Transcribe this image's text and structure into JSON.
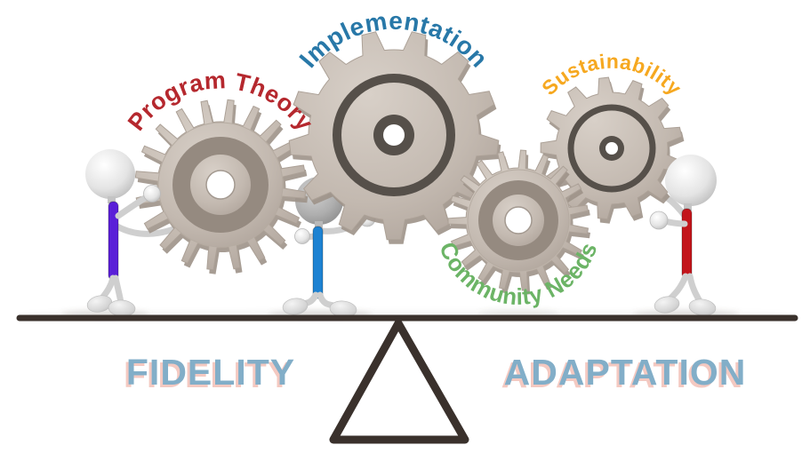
{
  "gears": [
    {
      "label": "Program Theory",
      "color": "#b5282e"
    },
    {
      "label": "Implementation",
      "color": "#2878a8"
    },
    {
      "label": "Sustainability",
      "color": "#f6a820"
    },
    {
      "label": "Community Needs",
      "color": "#6cb466"
    }
  ],
  "scale": {
    "left_label": "FIDELITY",
    "right_label": "ADAPTATION",
    "label_color": "#82aec8",
    "label_shadow_color": "#f4c9c1",
    "beam_color": "#3a312c"
  },
  "figures": [
    {
      "position": "left",
      "body_color": "#5a1fd8"
    },
    {
      "position": "middle",
      "body_color": "#1d82d2"
    },
    {
      "position": "right",
      "body_color": "#c3151b"
    }
  ],
  "gear_palette": {
    "body": "#c3b9b0",
    "shade": "#9d9288",
    "ring_dark": "#56504a",
    "ring_mid": "#958a80",
    "hole": "#ffffff"
  }
}
